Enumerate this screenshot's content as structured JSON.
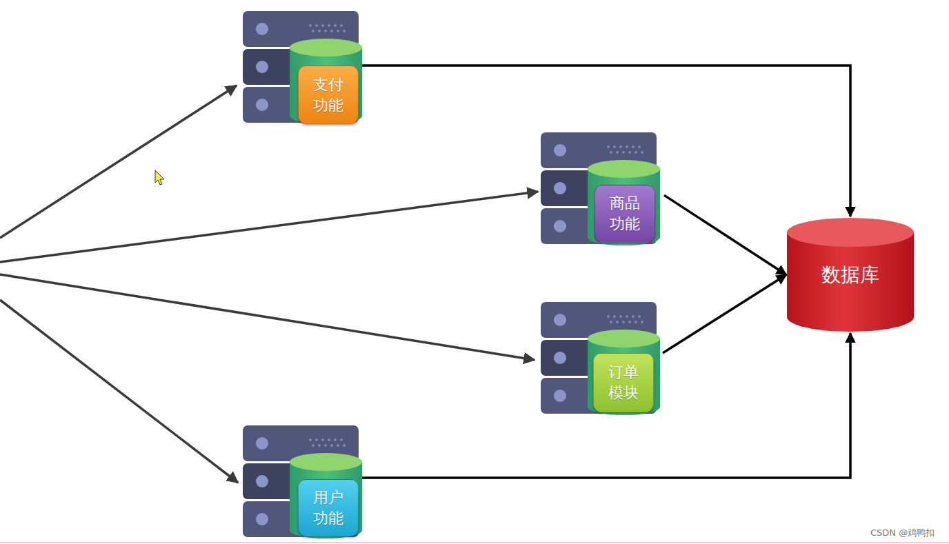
{
  "diagram": {
    "nodes": [
      {
        "text": [
          "支付 功能"
        ]
      },
      {
        "text": [
          "商品 功能"
        ]
      },
      {
        "text": [
          "订单 模块"
        ]
      },
      {
        "text": [
          "用户 功能"
        ]
      },
      {
        "text": [
          "数据库"
        ]
      }
    ],
    "edges": [
      {
        "from": 0,
        "to": 4,
        "arrow": "to"
      },
      {
        "from": 1,
        "to": 4,
        "arrow": "to"
      },
      {
        "from": 2,
        "to": 4,
        "arrow": "to"
      },
      {
        "from": 3,
        "to": 4,
        "arrow": "to"
      }
    ],
    "labels": [
      "CSDN @鸡鸭扣"
    ]
  }
}
